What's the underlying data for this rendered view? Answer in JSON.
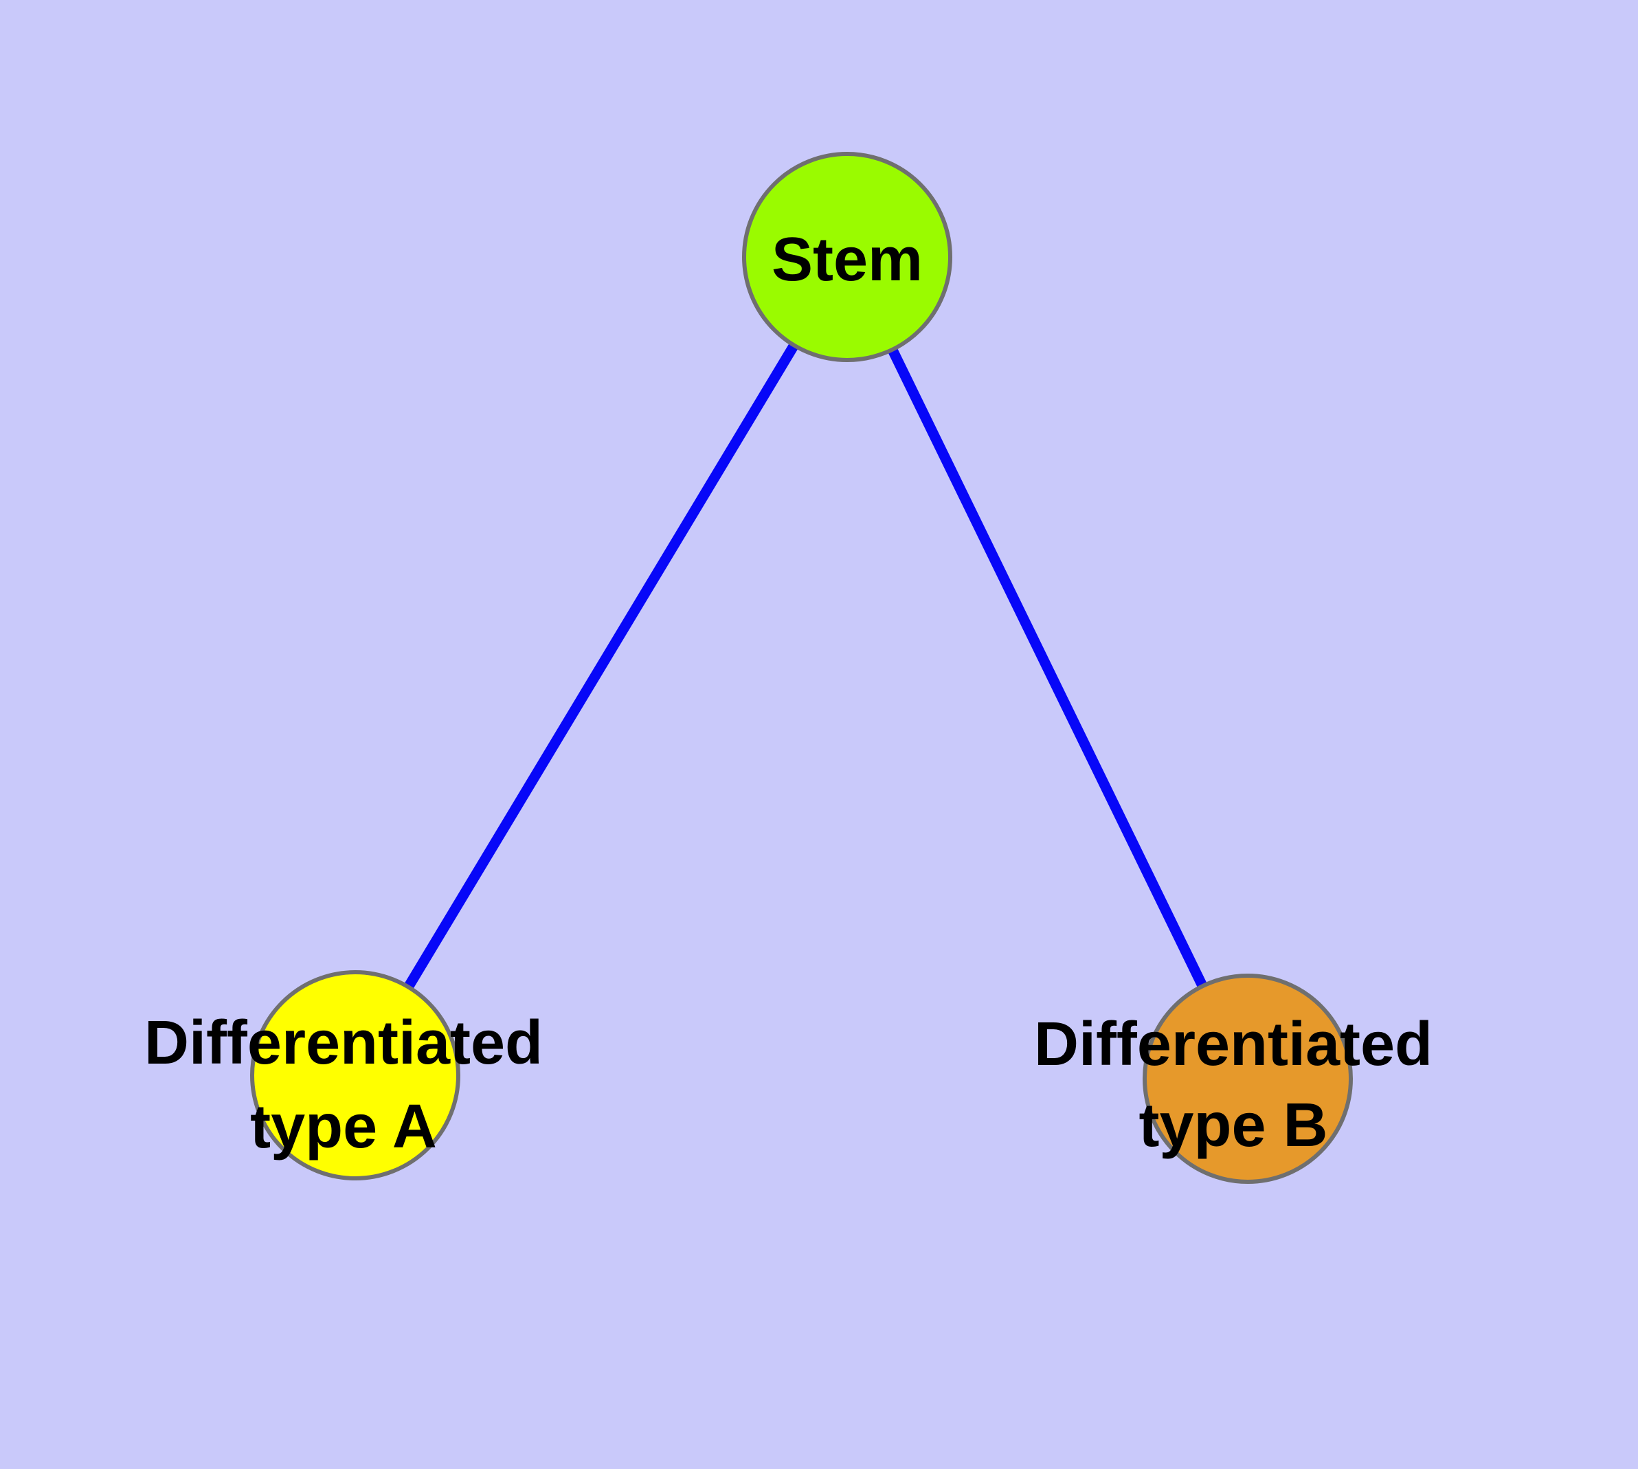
{
  "diagram": {
    "description": "Stem cell differentiation graph",
    "colors": {
      "background": "#C9C9FA",
      "edge": "#0707F8",
      "node_border": "#6F6F6F",
      "label_text": "#000000"
    },
    "nodes": {
      "stem": {
        "label": "Stem",
        "color": "#9AFB00"
      },
      "type_a": {
        "label_line1": "Differentiated",
        "label_line2": "type A",
        "color": "#FFFF00"
      },
      "type_b": {
        "label_line1": "Differentiated",
        "label_line2": "type B",
        "color": "#E6992B"
      }
    },
    "edges": [
      {
        "from": "Stem",
        "to": "Differentiated type A"
      },
      {
        "from": "Stem",
        "to": "Differentiated type B"
      }
    ]
  }
}
